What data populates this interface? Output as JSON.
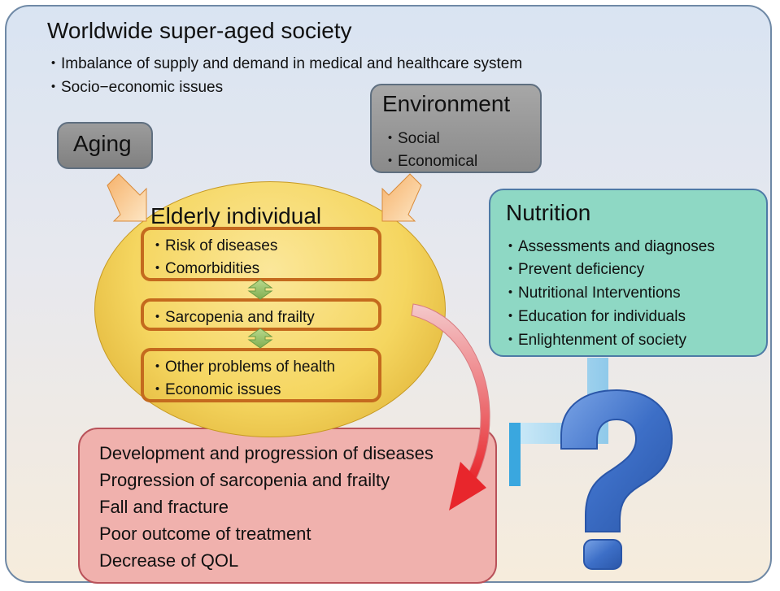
{
  "header": {
    "title": "Worldwide super-aged society",
    "items": [
      "・Imbalance of supply and demand in medical and healthcare system",
      "・Socio−economic issues"
    ]
  },
  "aging": {
    "label": "Aging"
  },
  "environment": {
    "title": "Environment",
    "items": [
      "・Social",
      "・Economical"
    ]
  },
  "elderly": {
    "title": "Elderly individual",
    "group1": [
      "・Risk of diseases",
      "・Comorbidities"
    ],
    "group2": [
      "・Sarcopenia and frailty"
    ],
    "group3": [
      "・Other problems of health",
      "・Economic issues"
    ]
  },
  "nutrition": {
    "title": "Nutrition",
    "items": [
      "・Assessments and diagnoses",
      "・Prevent deficiency",
      "・Nutritional Interventions",
      "・Education for individuals",
      "・Enlightenment of society"
    ]
  },
  "outcomes": {
    "items": [
      "Development and progression of diseases",
      "Progression of sarcopenia and frailty",
      "Fall and fracture",
      "Poor outcome of treatment",
      "Decrease of QOL"
    ]
  },
  "question_mark": {
    "glyph": "?"
  },
  "colors": {
    "nutrition_fill": "#8ed8c4",
    "outcome_fill": "#f0b1ad",
    "ellipse_fill": "#f5d660",
    "inner_border": "#c46a1e",
    "question_blue": "#3d6fc7",
    "arrow_red": "#e8262c"
  }
}
